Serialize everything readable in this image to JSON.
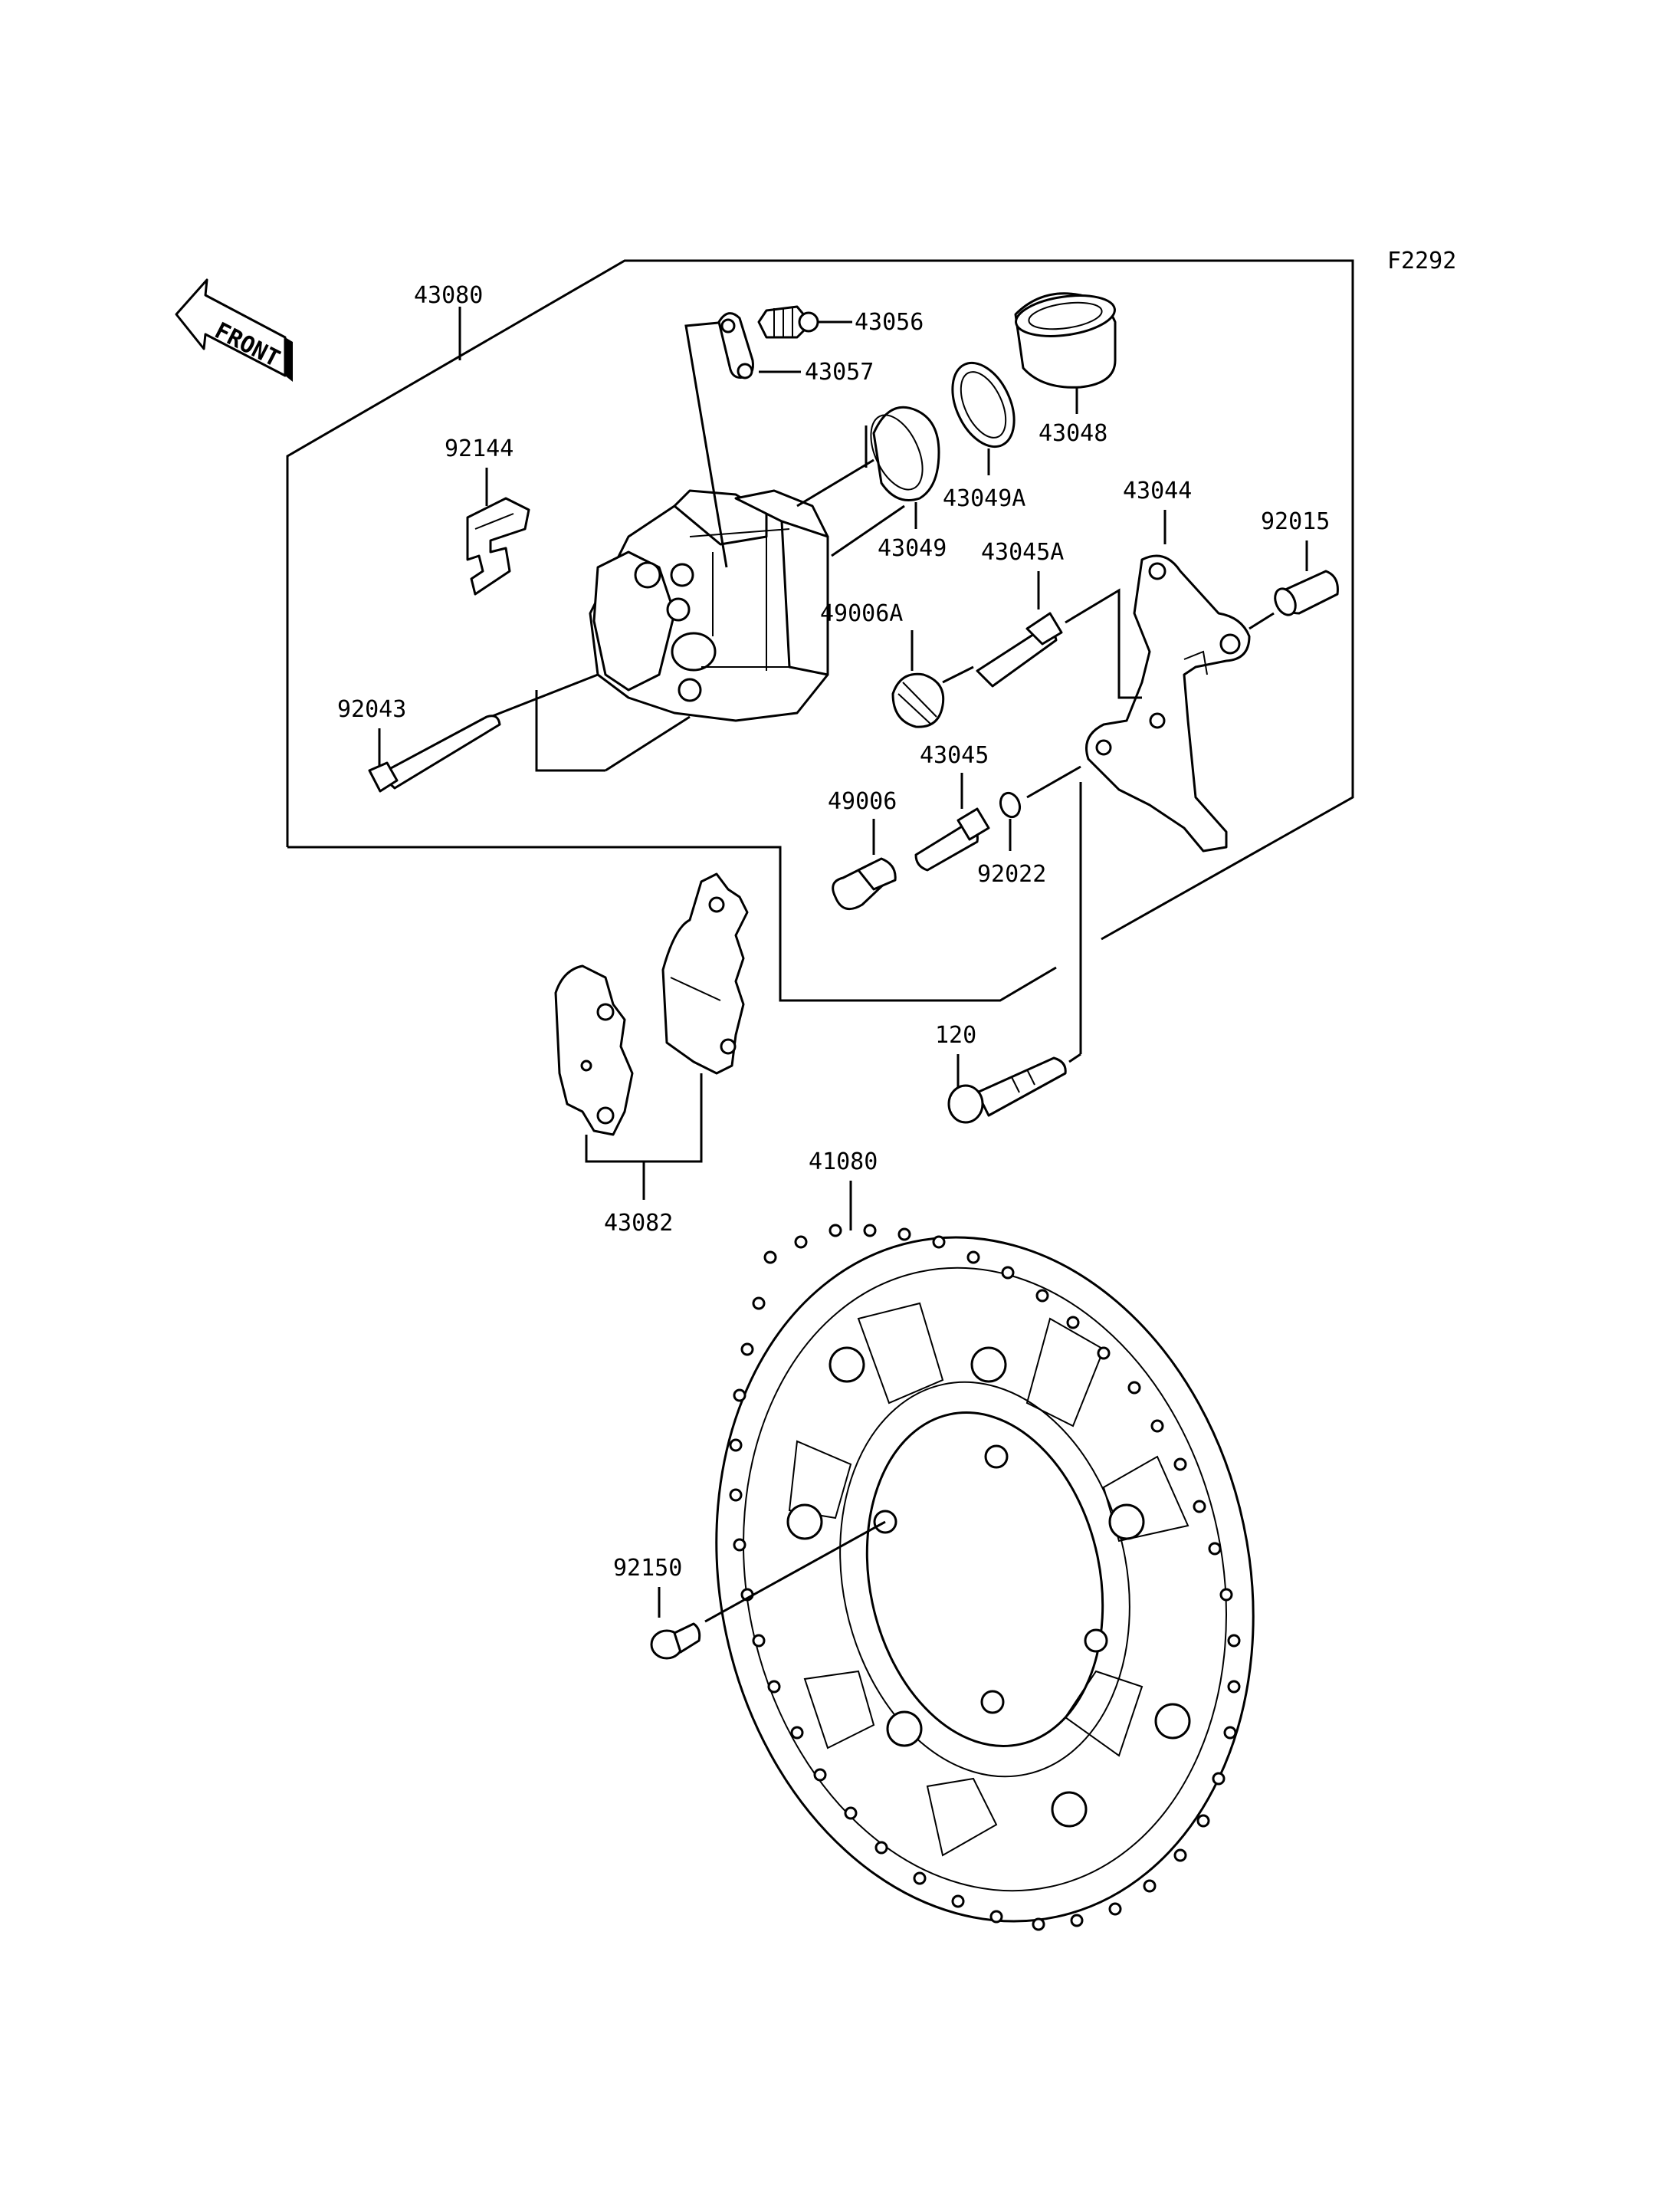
{
  "figure_code": "F2292",
  "front_badge": "FRONT",
  "parts": {
    "p43080": "43080",
    "p43056": "43056",
    "p43057": "43057",
    "p43048": "43048",
    "p92144": "92144",
    "p43049A": "43049A",
    "p43044": "43044",
    "p92015": "92015",
    "p43049": "43049",
    "p43045A": "43045A",
    "p49006A": "49006A",
    "p92043": "92043",
    "p43045": "43045",
    "p49006": "49006",
    "p92022": "92022",
    "p120": "120",
    "p41080": "41080",
    "p43082": "43082",
    "p92150": "92150"
  }
}
